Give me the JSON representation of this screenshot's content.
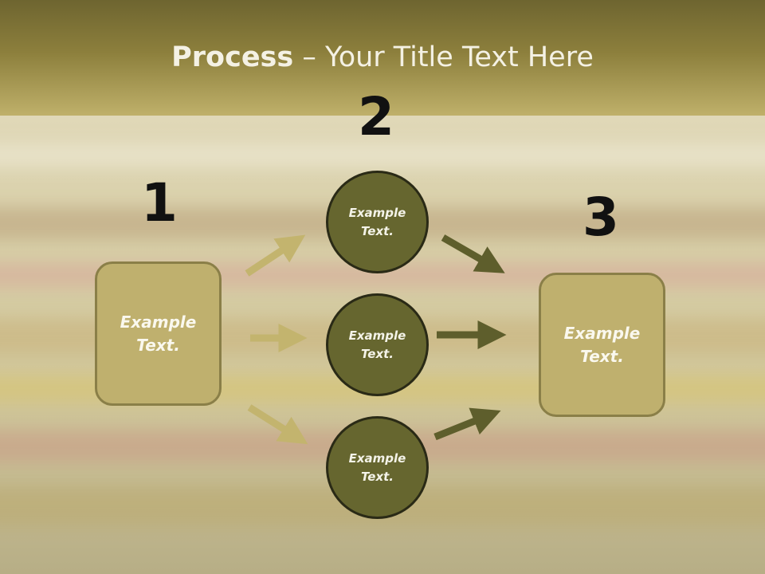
{
  "title": {
    "bold": "Process",
    "rest": " – Your Title Text Here"
  },
  "steps": {
    "one": "1",
    "two": "2",
    "three": "3"
  },
  "left_box": {
    "text": "Example\nText."
  },
  "right_box": {
    "text": "Example\nText."
  },
  "circles": [
    {
      "text": "Example\nText."
    },
    {
      "text": "Example\nText."
    },
    {
      "text": "Example\nText."
    }
  ],
  "colors": {
    "header": "#8c7f3c",
    "box": "#bfb06e",
    "circle": "#66662f",
    "arrow_light": "#c3b46e",
    "arrow_dark": "#5e5e2c"
  }
}
